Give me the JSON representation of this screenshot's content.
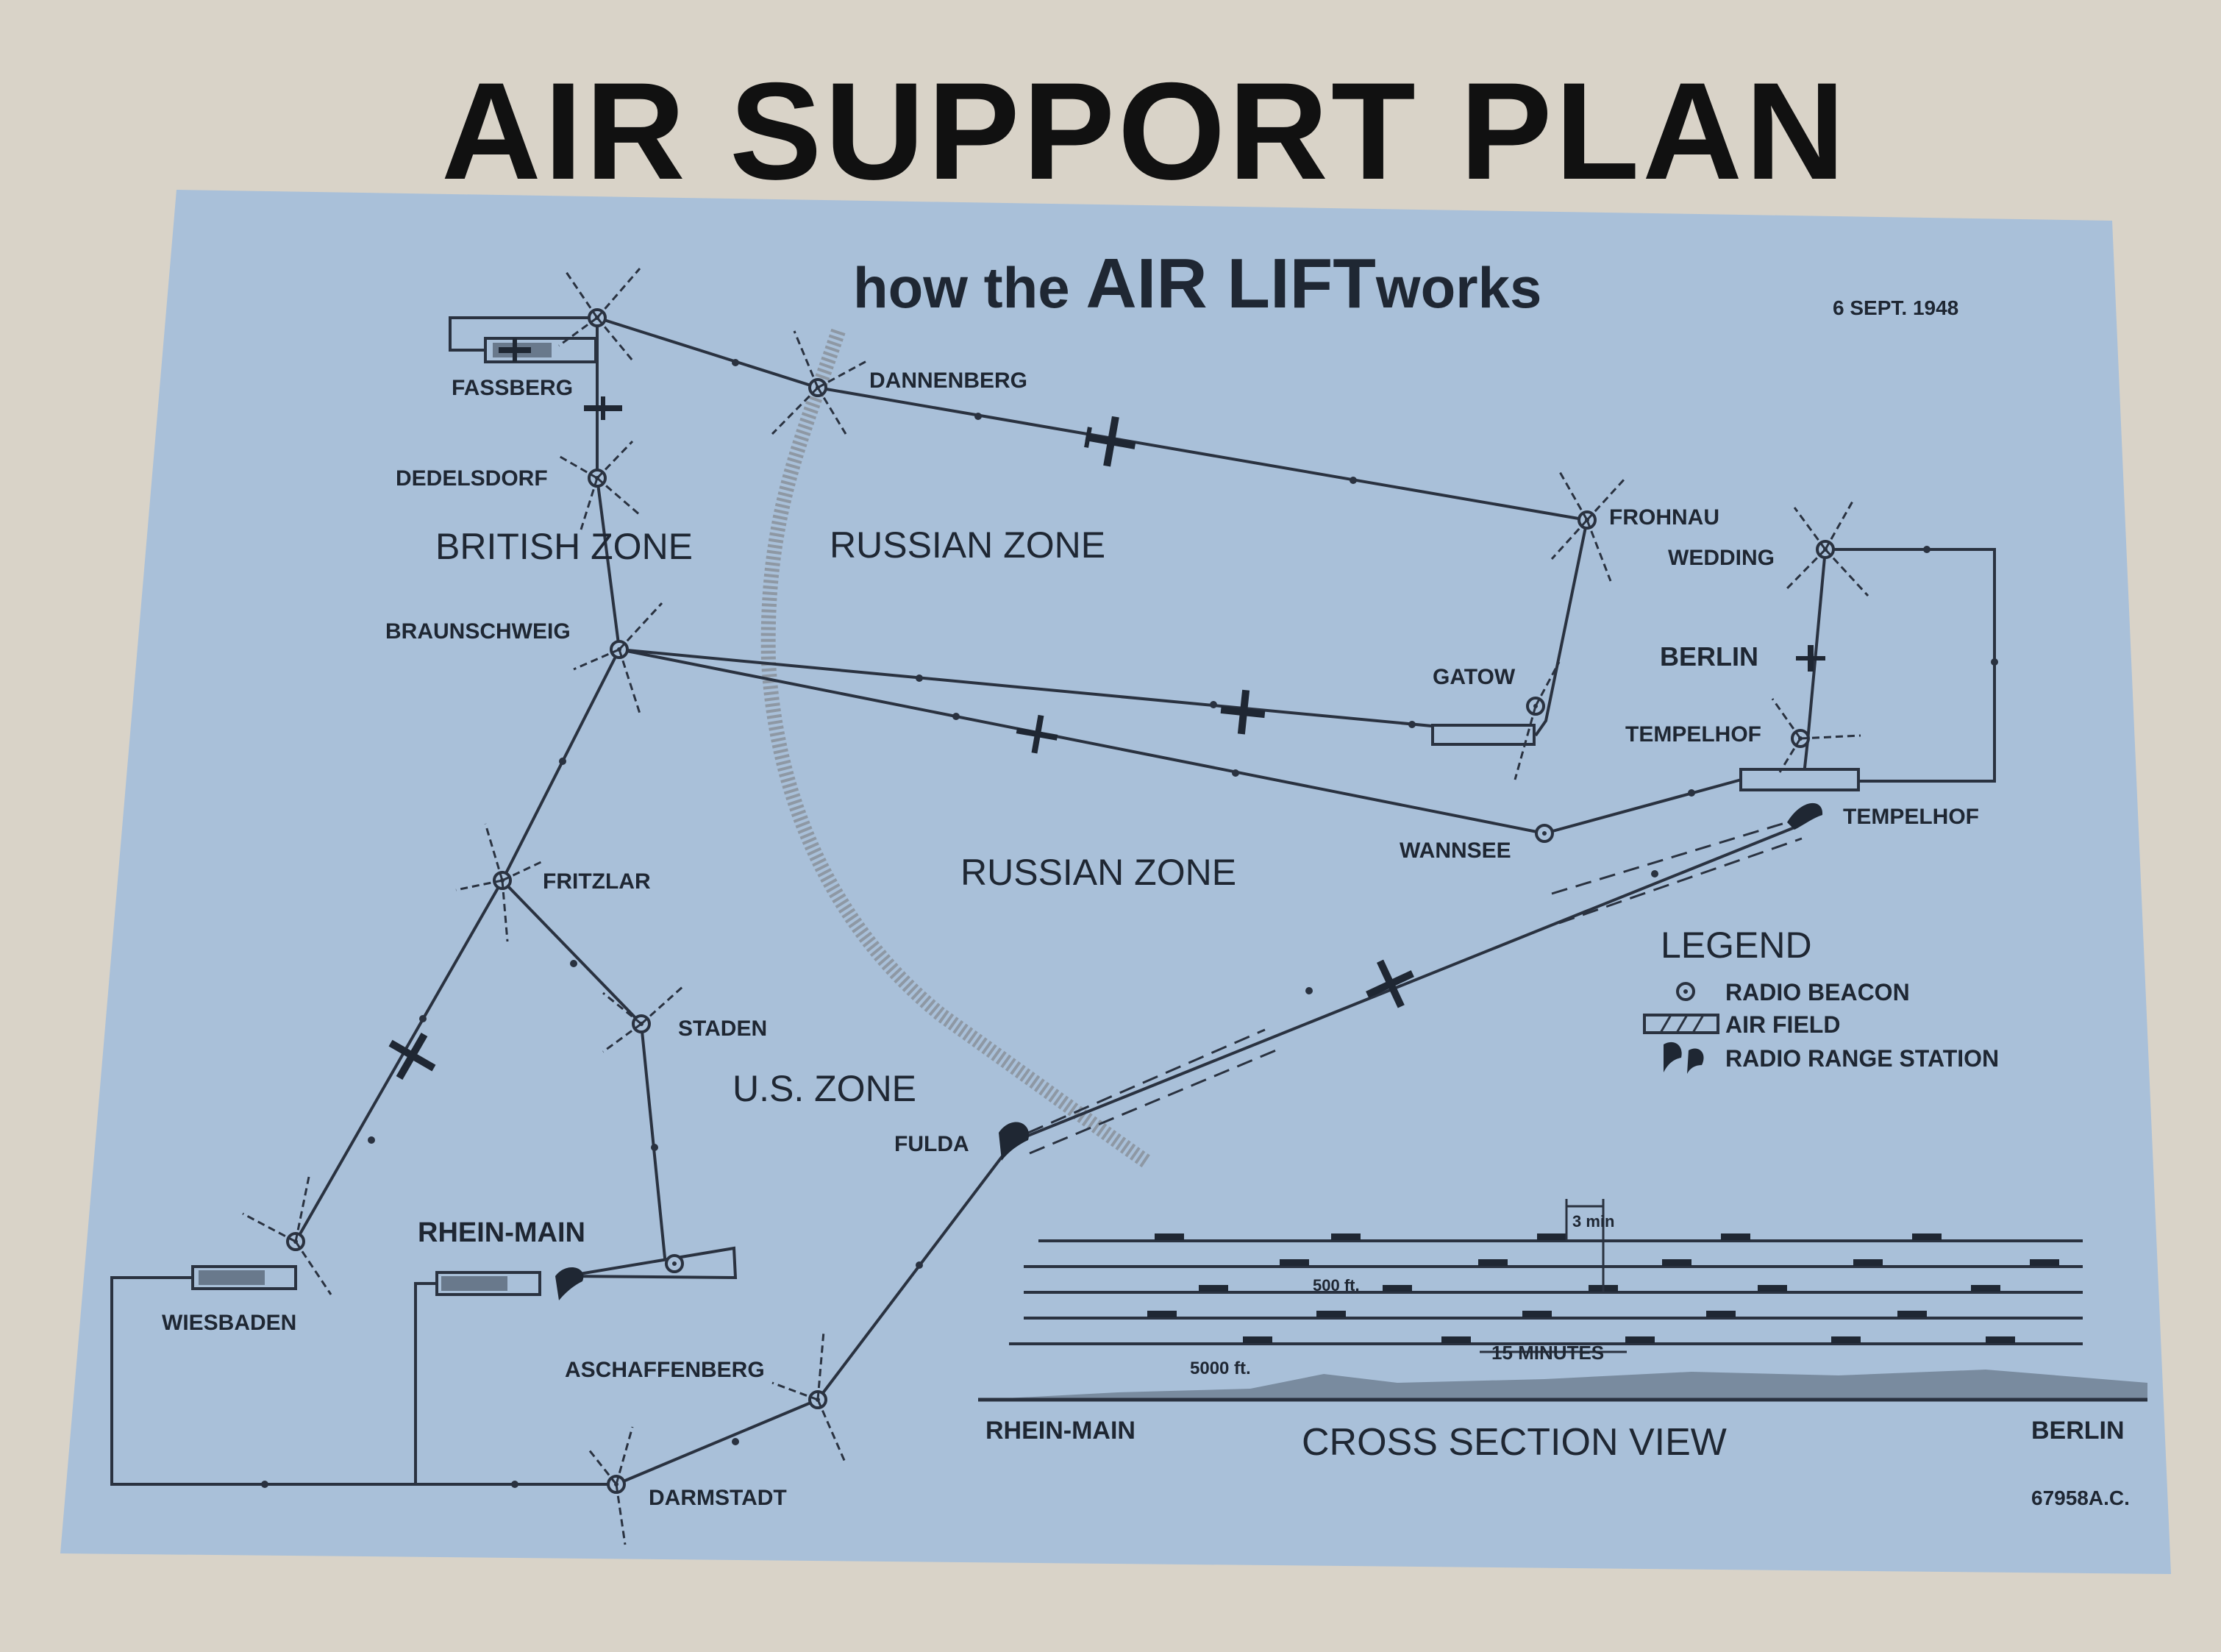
{
  "page_title": "AIR SUPPORT PLAN",
  "map": {
    "subtitle_prefix": "how the ",
    "subtitle_emphasis": "AIR LIFT",
    "subtitle_suffix": "works",
    "date": "6 SEPT. 1948",
    "catalog_number": "67958A.C.",
    "background_color": "#a9c0d9",
    "ink_color": "#1f2733",
    "boundary_color": "#8b939d"
  },
  "zones": {
    "british": "BRITISH ZONE",
    "russian_north": "RUSSIAN ZONE",
    "russian_center": "RUSSIAN ZONE",
    "us": "U.S. ZONE"
  },
  "places": {
    "fassberg": "FASSBERG",
    "dannenberg": "DANNENBERG",
    "dedelsdorf": "DEDELSDORF",
    "braunschweig": "BRAUNSCHWEIG",
    "frohnau": "FROHNAU",
    "wedding": "WEDDING",
    "berlin": "BERLIN",
    "gatow": "GATOW",
    "tempelhof_beacon": "TEMPELHOF",
    "tempelhof_field": "TEMPELHOF",
    "wannsee": "WANNSEE",
    "fritzlar": "FRITZLAR",
    "staden": "STADEN",
    "fulda": "FULDA",
    "rhein_main": "RHEIN-MAIN",
    "wiesbaden": "WIESBADEN",
    "aschaffenberg": "ASCHAFFENBERG",
    "darmstadt": "DARMSTADT"
  },
  "legend": {
    "title": "LEGEND",
    "items": [
      {
        "icon": "radio-beacon-icon",
        "label": "RADIO BEACON"
      },
      {
        "icon": "air-field-icon",
        "label": "AIR FIELD"
      },
      {
        "icon": "radio-range-station-icon",
        "label": "RADIO RANGE STATION"
      }
    ]
  },
  "cross_section": {
    "title": "CROSS SECTION VIEW",
    "left_label": "RHEIN-MAIN",
    "right_label": "BERLIN",
    "interval_label": "3 min",
    "vertical_spacing_label": "500 ft.",
    "altitude_label": "5000 ft.",
    "span_label": "15 MINUTES"
  }
}
